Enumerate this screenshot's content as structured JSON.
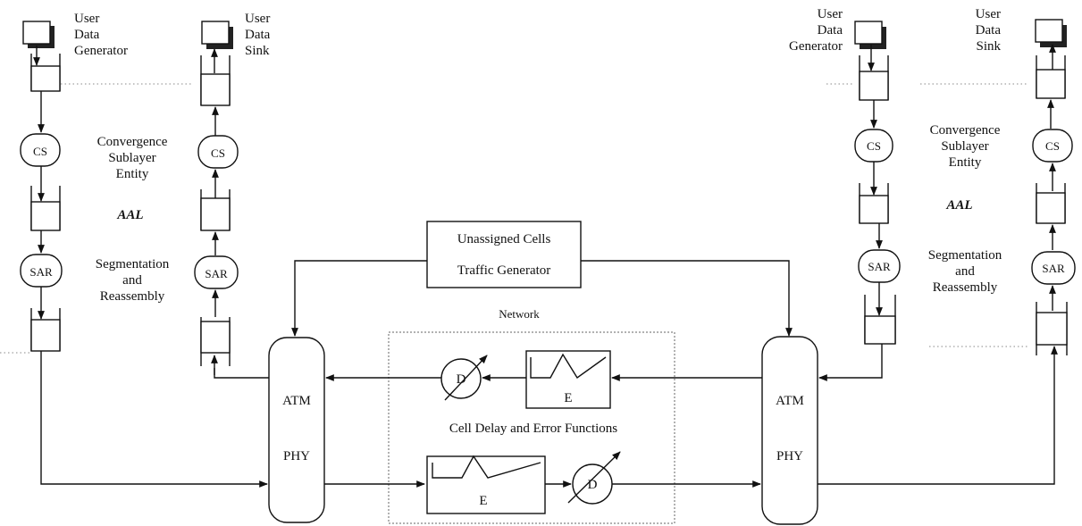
{
  "labels": {
    "user": "User",
    "data": "Data",
    "generator": "Generator",
    "sink": "Sink",
    "cs": "CS",
    "sar": "SAR",
    "conv_1": "Convergence",
    "conv_2": "Sublayer",
    "conv_3": "Entity",
    "aal": "AAL",
    "seg_1": "Segmentation",
    "seg_2": "and",
    "seg_3": "Reassembly",
    "ucg_1": "Unassigned Cells",
    "ucg_2": "Traffic Generator",
    "network": "Network",
    "atm": "ATM",
    "phy": "PHY",
    "d": "D",
    "e": "E",
    "cell_delay": "Cell Delay and Error Functions"
  },
  "icon_names": [
    "computer-terminal-icon",
    "arrow-icon"
  ],
  "colors": {
    "ink": "#111111",
    "background": "#ffffff",
    "dotted": "#888888"
  }
}
